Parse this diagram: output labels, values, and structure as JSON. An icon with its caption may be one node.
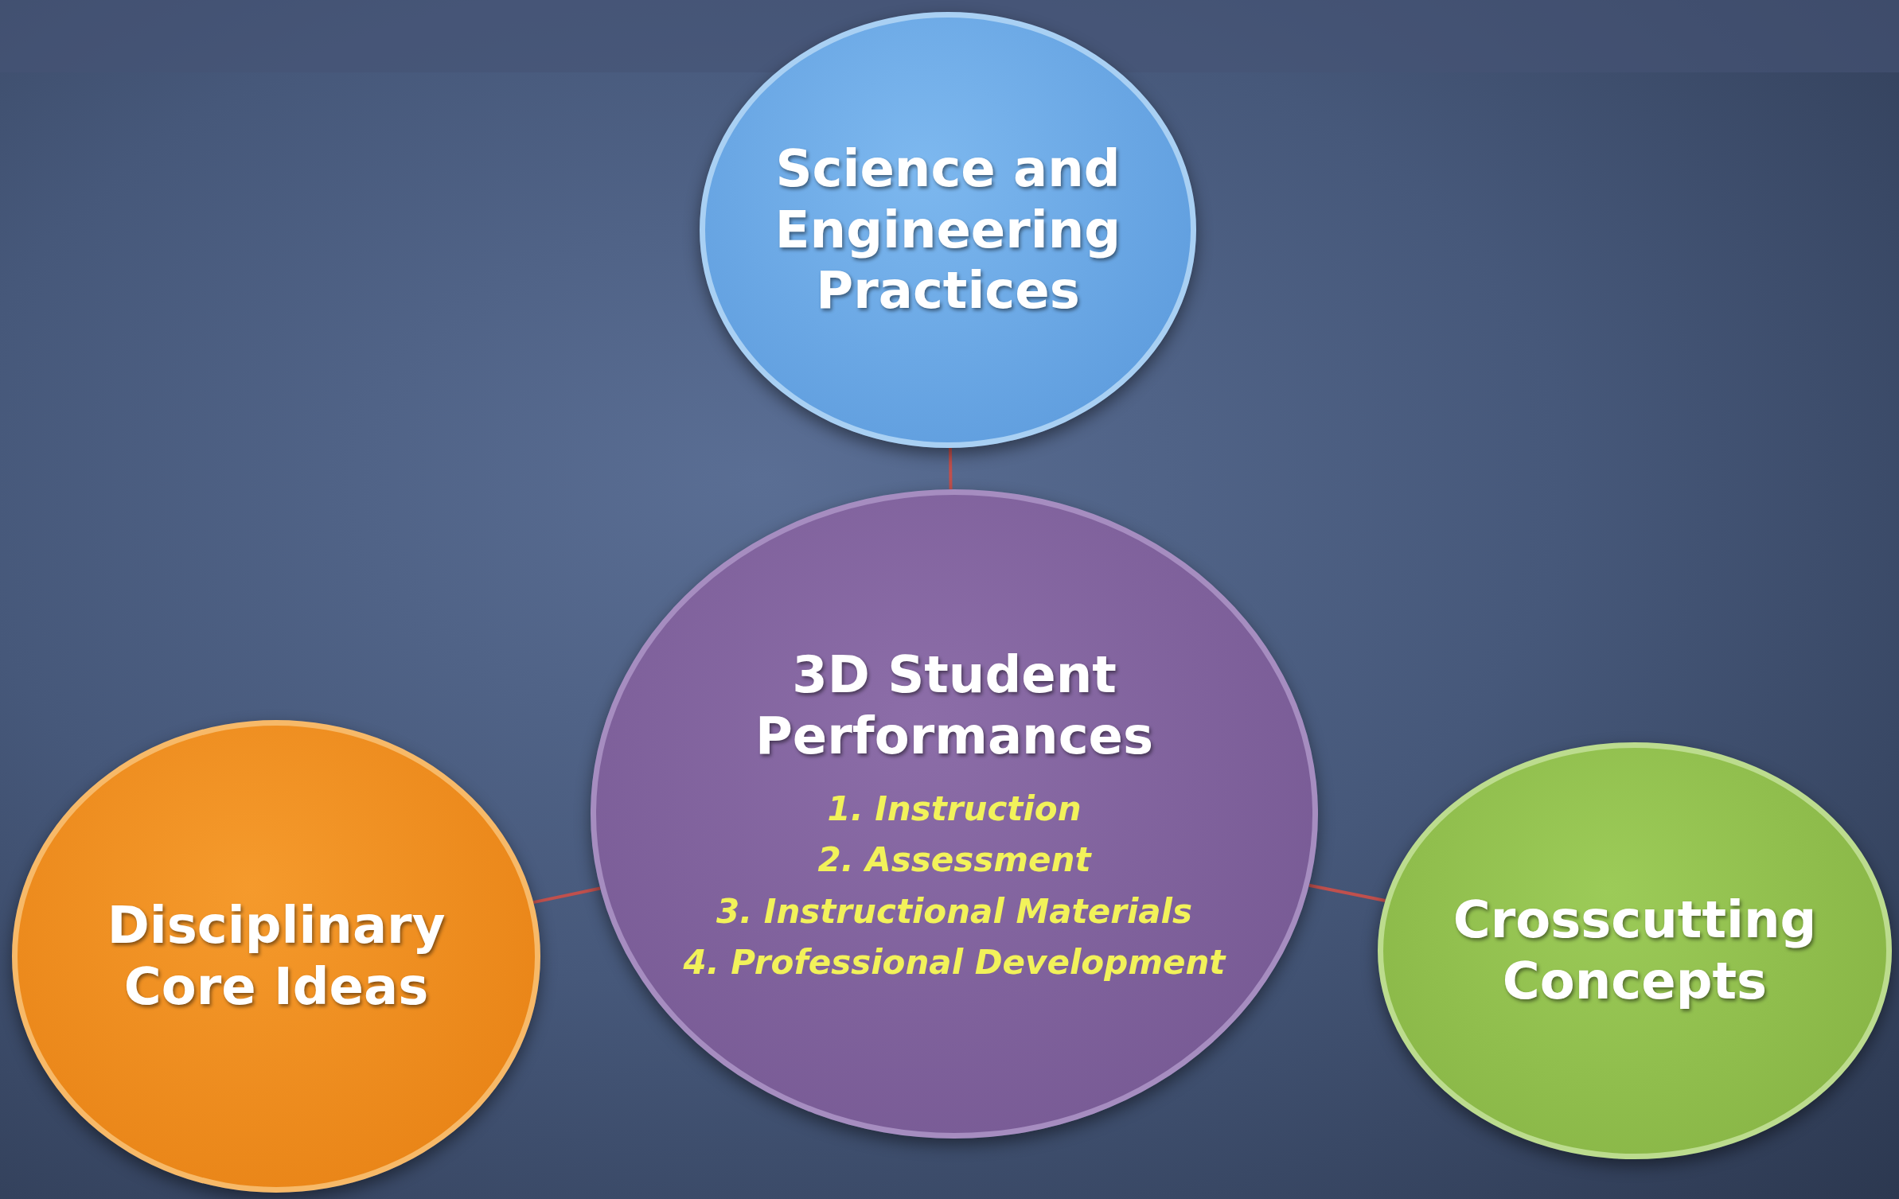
{
  "diagram": {
    "nodes": [
      {
        "text": [
          "Science and Engineering Practices"
        ]
      },
      {
        "text": [
          "3D Student Performances",
          "1. Instruction",
          "2. Assessment",
          "3. Instructional Materials",
          "4. Professional Development"
        ]
      },
      {
        "text": [
          "Disciplinary Core Ideas"
        ]
      },
      {
        "text": [
          "Crosscutting Concepts"
        ]
      }
    ],
    "edges": [
      {
        "from": 0,
        "to": 1,
        "arrow": "none"
      },
      {
        "from": 2,
        "to": 1,
        "arrow": "none"
      },
      {
        "from": 1,
        "to": 3,
        "arrow": "none"
      }
    ]
  }
}
